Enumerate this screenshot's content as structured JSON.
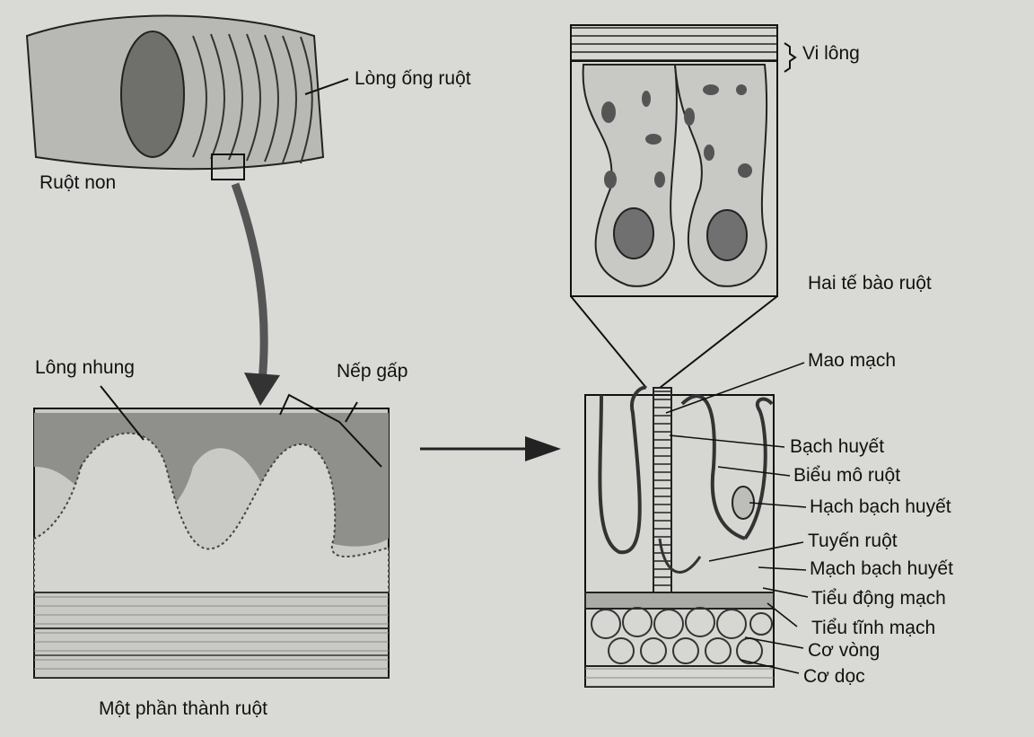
{
  "colors": {
    "paper": "#d9d9d6",
    "ink": "#151515",
    "tissue_light": "#d8d8d4",
    "tissue_dark": "#8c8c88",
    "nucleus": "#707070",
    "wall": "#c8c8c4"
  },
  "labels": {
    "vi_long": "Vi lông",
    "long_ong_ruot": "Lòng ống ruột",
    "ruot_non": "Ruột non",
    "hai_te_bao_ruot": "Hai tế bào ruột",
    "long_nhung": "Lông nhung",
    "nep_gap": "Nếp gấp",
    "mao_mach": "Mao mạch",
    "bach_huyet": "Bạch huyết",
    "bieu_mo_ruot": "Biểu mô ruột",
    "hach_bach_huyet": "Hạch bạch huyết",
    "tuyen_ruot": "Tuyến ruột",
    "mach_bach_huyet": "Mạch bạch huyết",
    "tieu_dong_mach": "Tiểu động mạch",
    "tieu_tinh_mach": "Tiểu tĩnh mạch",
    "co_vong": "Cơ vòng",
    "co_doc": "Cơ dọc",
    "mot_phan_thanh_ruot": "Một phần thành ruột"
  }
}
